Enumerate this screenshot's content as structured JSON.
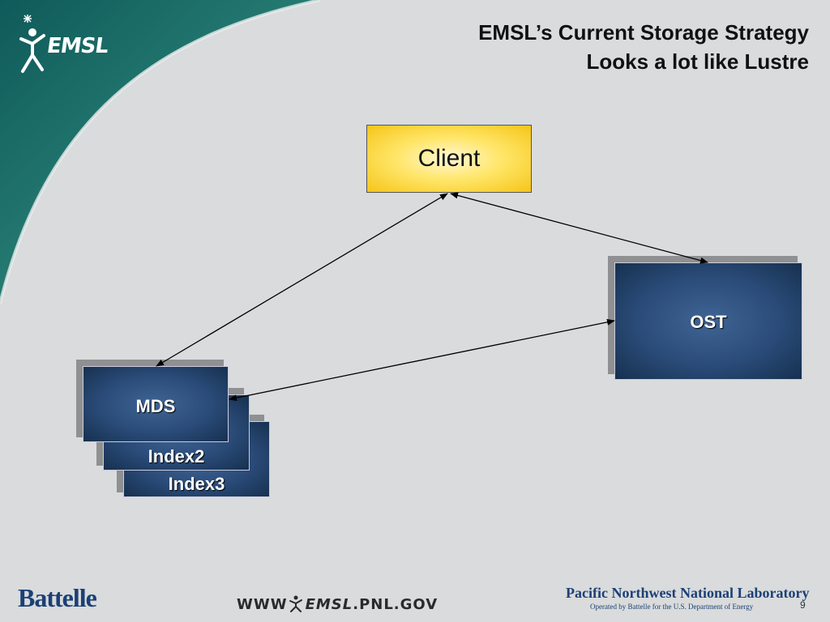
{
  "header": {
    "logo_text": "EMSL",
    "title_line1": "EMSL’s Current Storage Strategy",
    "title_line2": "Looks a lot like Lustre"
  },
  "diagram": {
    "nodes": {
      "client": "Client",
      "ost": "OST",
      "mds": "MDS",
      "index2": "Index2",
      "index3": "Index3"
    },
    "edges": [
      {
        "from": "client",
        "to": "mds",
        "direction": "both"
      },
      {
        "from": "client",
        "to": "ost",
        "direction": "both"
      },
      {
        "from": "mds",
        "to": "ost",
        "direction": "both"
      }
    ]
  },
  "footer": {
    "battelle": "Battelle",
    "url_prefix": "WWW",
    "url_brand": "EMSL",
    "url_suffix": ".PNL.GOV",
    "lab_name": "Pacific Northwest National Laboratory",
    "lab_sub": "Operated by Battelle for the U.S. Department of Energy",
    "page_number": "9"
  },
  "colors": {
    "background": "#d9dbdc",
    "corner_teal": "#1f6f6a",
    "client_fill": "#ffe66a",
    "node_fill": "#2a4b78",
    "brand_blue": "#1c4076"
  }
}
